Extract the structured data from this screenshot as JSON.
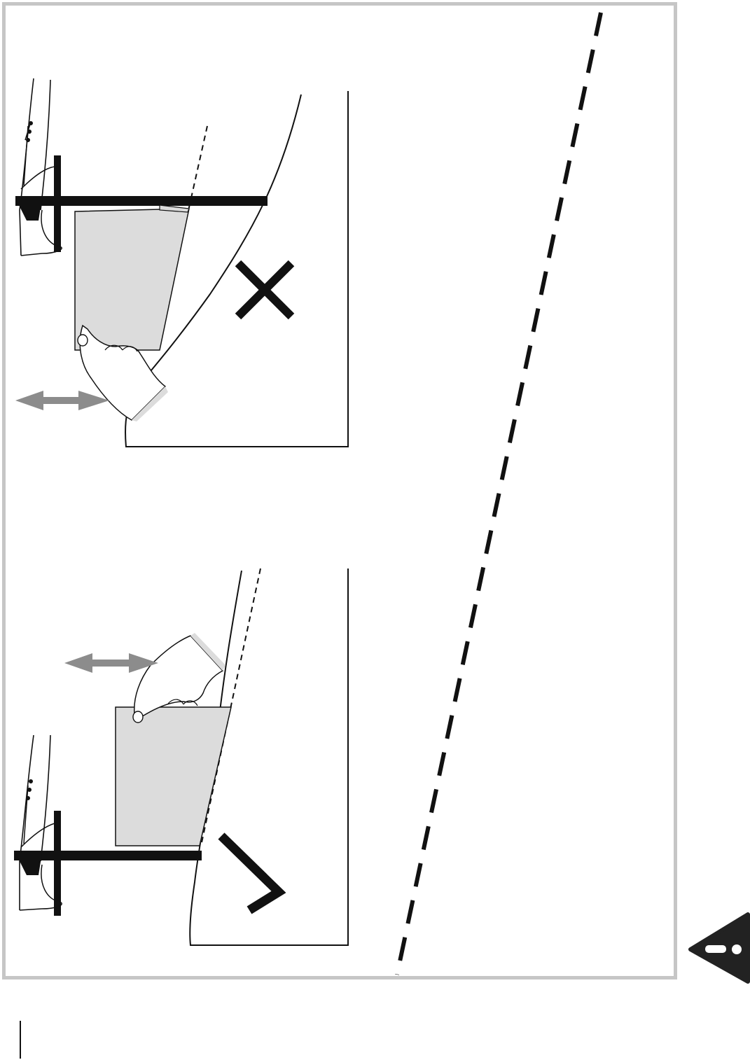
{
  "colors": {
    "frame": "#c6c6c6",
    "ink": "#111111",
    "paper": "#dcdcdc",
    "arrow": "#8c8c8c",
    "warning": "#222222"
  },
  "panels": [
    {
      "id": "incorrect",
      "mark_icon": "cross-icon"
    },
    {
      "id": "correct",
      "mark_icon": "check-icon"
    }
  ],
  "icons": {
    "warning": "warning-triangle-icon",
    "cut_line": "dashed-cut-line"
  }
}
